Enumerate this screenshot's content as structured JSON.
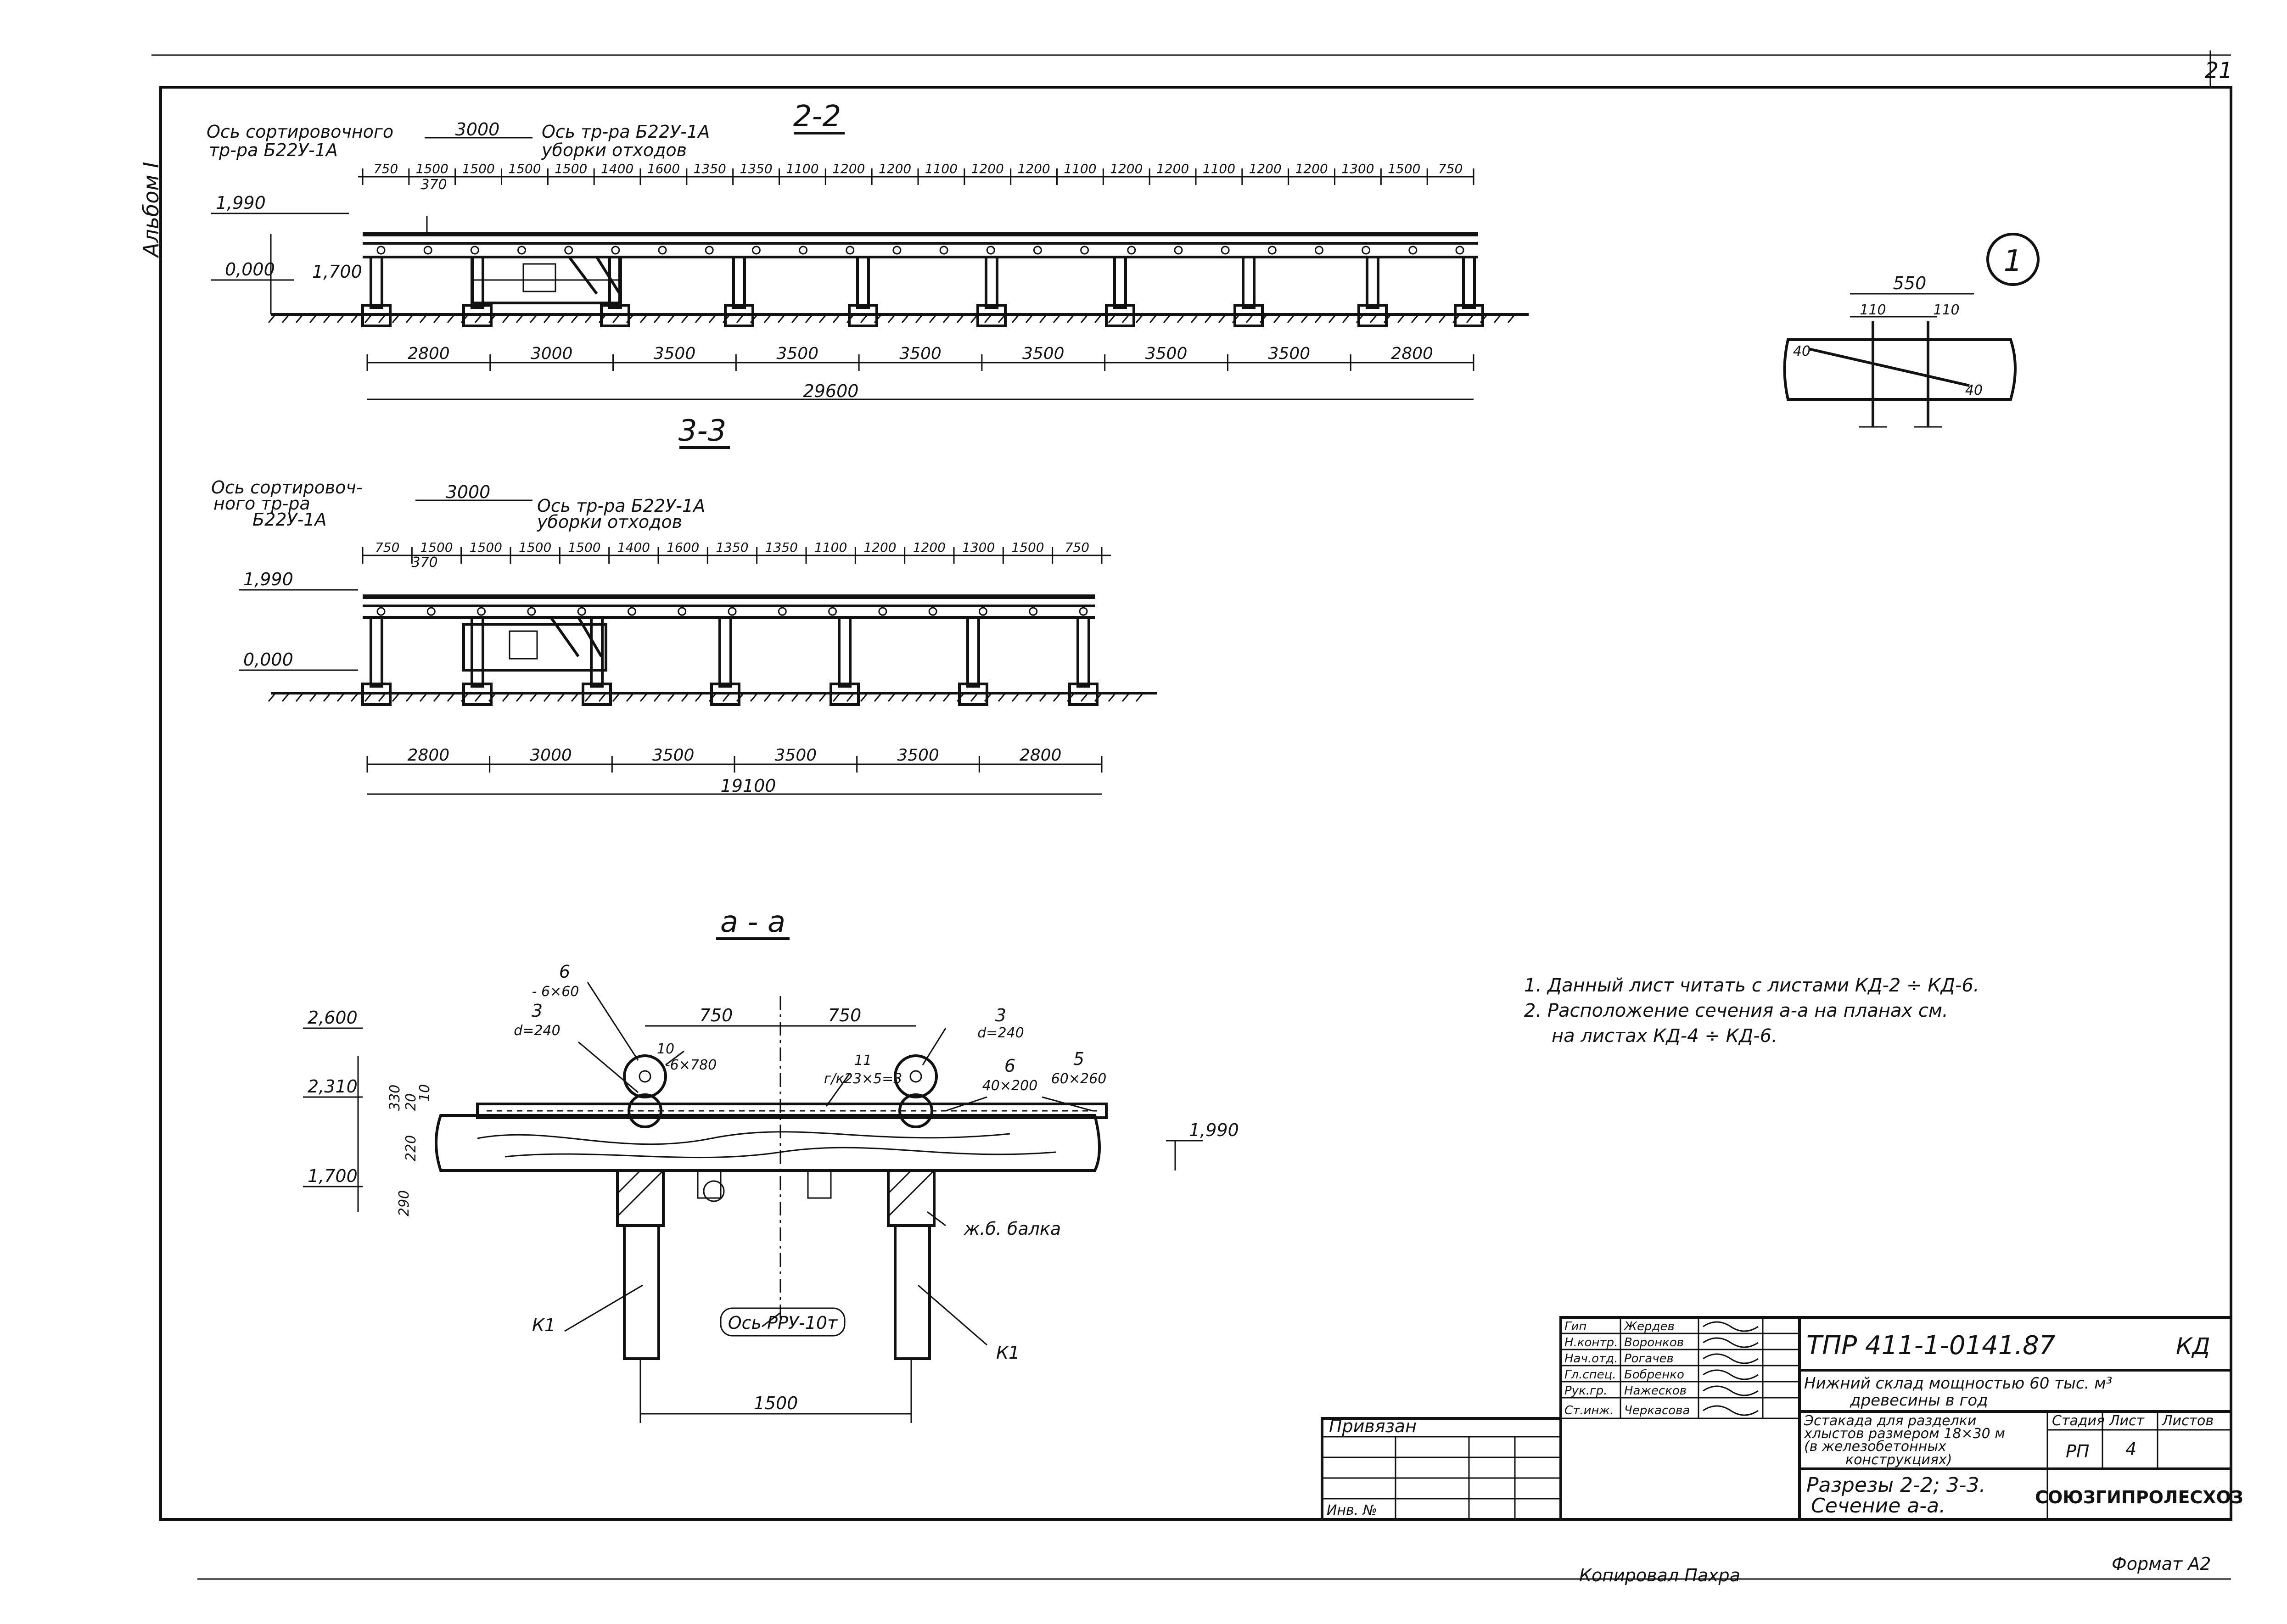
{
  "sheet": {
    "page_number": "21",
    "album": "Альбом I",
    "copied_by": "Копировал Пахра",
    "format": "Формат А2"
  },
  "section_2_2": {
    "title": "2-2",
    "label_sort_axis": [
      "Ось сортировочного",
      "тр-ра Б22У-1А"
    ],
    "label_waste_axis": [
      "Ось тр-ра Б22У-1А",
      "уборки отходов"
    ],
    "top_dim_3000": "3000",
    "top_spans": [
      "750",
      "1500",
      "1500",
      "1500",
      "1500",
      "1400",
      "1600",
      "1350",
      "1350",
      "1100",
      "1200",
      "1200",
      "1100",
      "1200",
      "1200",
      "1100",
      "1200",
      "1200",
      "1100",
      "1200",
      "1200",
      "1300",
      "1500",
      "750"
    ],
    "dim_370": "370",
    "level_top": "1,990",
    "level_zero": "0,000",
    "level_1700": "1,700",
    "bottom_spans": [
      "2800",
      "3000",
      "3500",
      "3500",
      "3500",
      "3500",
      "3500",
      "3500",
      "2800"
    ],
    "total": "29600"
  },
  "section_3_3": {
    "title": "3-3",
    "label_sort_axis": [
      "Ось сортировоч-",
      "ного тр-ра",
      "Б22У-1А"
    ],
    "label_waste_axis": [
      "Ось тр-ра Б22У-1А",
      "уборки отходов"
    ],
    "top_dim_3000": "3000",
    "top_spans": [
      "750",
      "1500",
      "1500",
      "1500",
      "1500",
      "1400",
      "1600",
      "1350",
      "1350",
      "1100",
      "1200",
      "1200",
      "1300",
      "1500",
      "750"
    ],
    "dim_370": "370",
    "level_top": "1,990",
    "level_zero": "0,000",
    "bottom_spans": [
      "2800",
      "3000",
      "3500",
      "3500",
      "3500",
      "2800"
    ],
    "total": "19100"
  },
  "detail_1": {
    "mark": "1",
    "dim_550": "550",
    "dim_110_left": "110",
    "dim_110_right": "110",
    "dim_40_left": "40",
    "dim_40_right": "40"
  },
  "section_a_a": {
    "title": "а - а",
    "levels": [
      "2,600",
      "2,310",
      "1,700",
      "1,990"
    ],
    "vert_dims": [
      "330",
      "20",
      "10",
      "220",
      "290"
    ],
    "spans": [
      "750",
      "750"
    ],
    "bottom_span": "1500",
    "callouts": {
      "c6_left": [
        "6",
        "- 6×60"
      ],
      "c3_left": [
        "3",
        "d=240"
      ],
      "c10": [
        "10",
        "-6×780"
      ],
      "c11": [
        "11",
        "г/к23×5=3"
      ],
      "c3_right": [
        "3",
        "d=240"
      ],
      "c6_right": [
        "6",
        "40×200"
      ],
      "c5": [
        "5",
        "60×260"
      ]
    },
    "label_beam": "ж.б. балка",
    "label_axis": "Ось РРУ-10т",
    "label_k1_left": "К1",
    "label_k1_right": "К1"
  },
  "notes": [
    "1. Данный лист читать с листами КД-2 ÷ КД-6.",
    "2. Расположение сечения а-а на планах см.",
    "на листах КД-4 ÷ КД-6."
  ],
  "title_block": {
    "roles": [
      "Гип",
      "Н.контр.",
      "Нач.отд.",
      "Гл.спец.",
      "Рук.гр.",
      "Ст.инж."
    ],
    "names": [
      "Жердев",
      "Воронков",
      "Рогачев",
      "Бобренко",
      "Нажесков",
      "Черкасова"
    ],
    "project_code": "ТПР 411-1-0141.87",
    "mark": "КД",
    "object": [
      "Нижний склад мощностью 60 тыс. м³",
      "древесины в год"
    ],
    "structure": [
      "Эстакада для разделки",
      "хлыстов размером 18×30 м",
      "(в железобетонных",
      "конструкциях)"
    ],
    "sheet_title": [
      "Разрезы 2-2; 3-3.",
      "Сечение а-а."
    ],
    "stage_head": "Стадия",
    "sheet_head": "Лист",
    "sheets_head": "Листов",
    "stage": "РП",
    "sheet": "4",
    "org": "СОЮЗГИПРОЛЕСХОЗ",
    "bound": "Привязан",
    "inv": "Инв. №"
  }
}
